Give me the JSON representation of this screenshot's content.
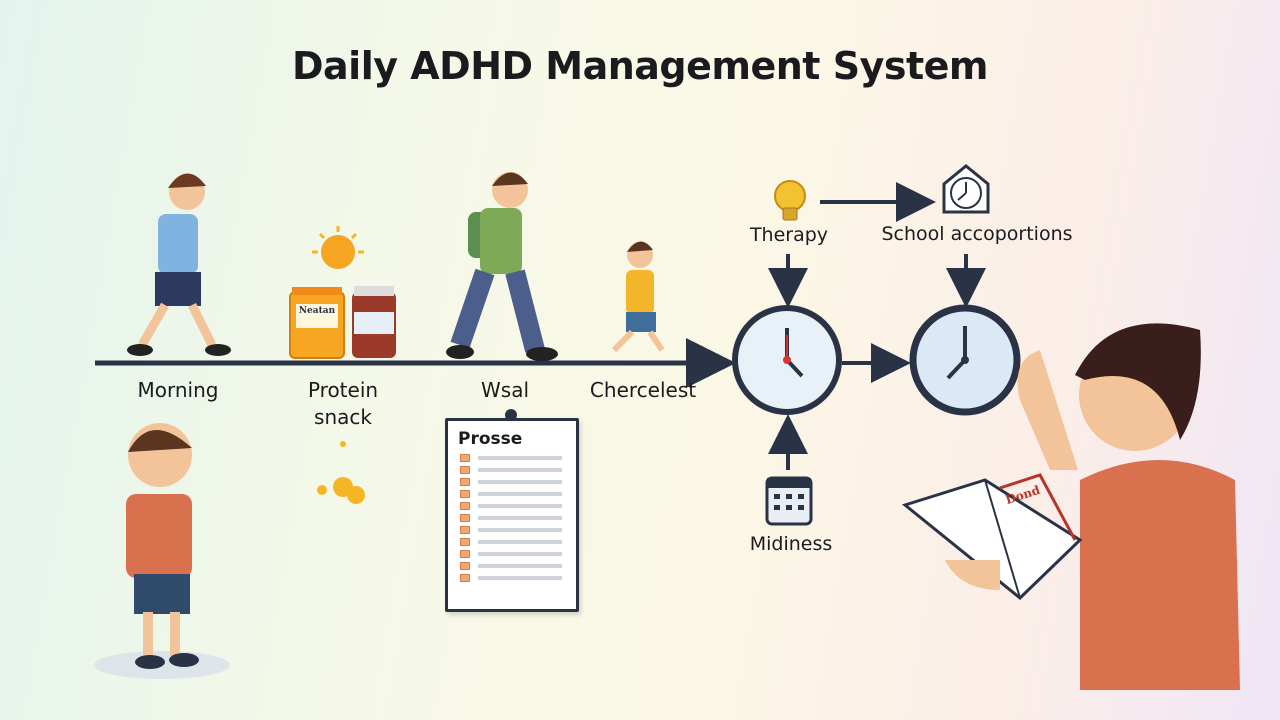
{
  "title": "Daily ADHD Management System",
  "timeline": {
    "steps": [
      {
        "label": "Morning"
      },
      {
        "label": "Protein\nsnack",
        "line1": "Protein",
        "line2": "snack"
      },
      {
        "label": "Wsal"
      },
      {
        "label": "Chercelest"
      }
    ]
  },
  "flow": {
    "therapy": "Therapy",
    "school": "School accoportions",
    "midiness": "Midiness"
  },
  "checklist": {
    "title": "Prosse",
    "rows": 11
  },
  "jar_label": "Neatan",
  "book_label": "Dond",
  "colors": {
    "line": "#2a3346",
    "clock_face": "#e8f0f8",
    "accent_orange": "#f6a623",
    "shirt": "#d9704e"
  },
  "icons": [
    "lightbulb-icon",
    "house-clock-icon",
    "clock-icon",
    "calendar-icon",
    "sun-icon"
  ]
}
